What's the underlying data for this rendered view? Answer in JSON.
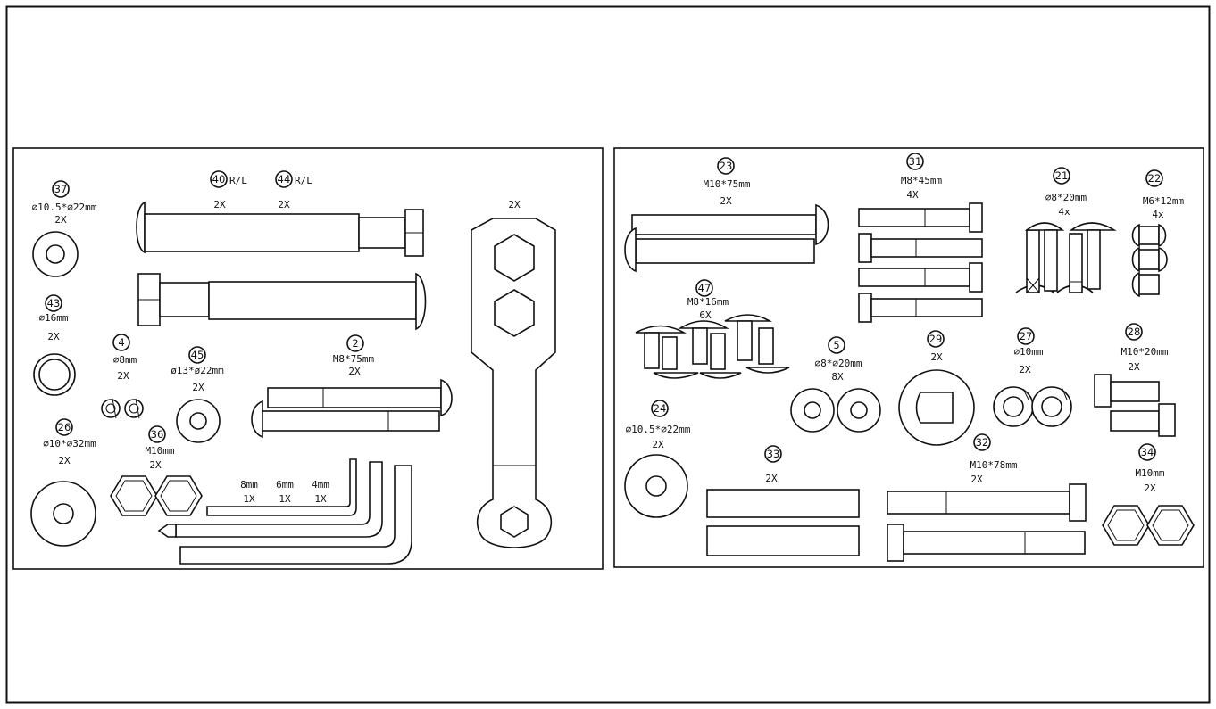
{
  "left_panel": {
    "p37": {
      "num": "37",
      "size": "⌀10.5*⌀22mm",
      "qty": "2X"
    },
    "p40": {
      "num": "40",
      "suffix": "R/L",
      "qty": "2X"
    },
    "p44": {
      "num": "44",
      "suffix": "R/L",
      "qty": "2X"
    },
    "wrench": {
      "qty": "2X"
    },
    "p43": {
      "num": "43",
      "size": "⌀16mm",
      "qty": "2X"
    },
    "p4": {
      "num": "4",
      "size": "⌀8mm",
      "qty": "2X"
    },
    "p45": {
      "num": "45",
      "size": "ø13*ø22mm",
      "qty": "2X"
    },
    "p2": {
      "num": "2",
      "size": "M8*75mm",
      "qty": "2X"
    },
    "p26": {
      "num": "26",
      "size": "⌀10*⌀32mm",
      "qty": "2X"
    },
    "p36": {
      "num": "36",
      "size": "M10mm",
      "qty": "2X"
    },
    "allen": [
      {
        "size": "8mm",
        "qty": "1X"
      },
      {
        "size": "6mm",
        "qty": "1X"
      },
      {
        "size": "4mm",
        "qty": "1X"
      }
    ]
  },
  "right_panel": {
    "p23": {
      "num": "23",
      "size": "M10*75mm",
      "qty": "2X"
    },
    "p31": {
      "num": "31",
      "size": "M8*45mm",
      "qty": "4X"
    },
    "p21": {
      "num": "21",
      "size": "⌀8*20mm",
      "qty": "4x"
    },
    "p22": {
      "num": "22",
      "size": "M6*12mm",
      "qty": "4x"
    },
    "p47": {
      "num": "47",
      "size": "M8*16mm",
      "qty": "6X"
    },
    "p5": {
      "num": "5",
      "size": "⌀8*⌀20mm",
      "qty": "8X"
    },
    "p29": {
      "num": "29",
      "qty": "2X"
    },
    "p27": {
      "num": "27",
      "size": "⌀10mm",
      "qty": "2X"
    },
    "p28": {
      "num": "28",
      "size": "M10*20mm",
      "qty": "2X"
    },
    "p24": {
      "num": "24",
      "size": "⌀10.5*⌀22mm",
      "qty": "2X"
    },
    "p33": {
      "num": "33",
      "qty": "2X"
    },
    "p32": {
      "num": "32",
      "size": "M10*78mm",
      "qty": "2X"
    },
    "p34": {
      "num": "34",
      "size": "M10mm",
      "qty": "2X"
    }
  }
}
